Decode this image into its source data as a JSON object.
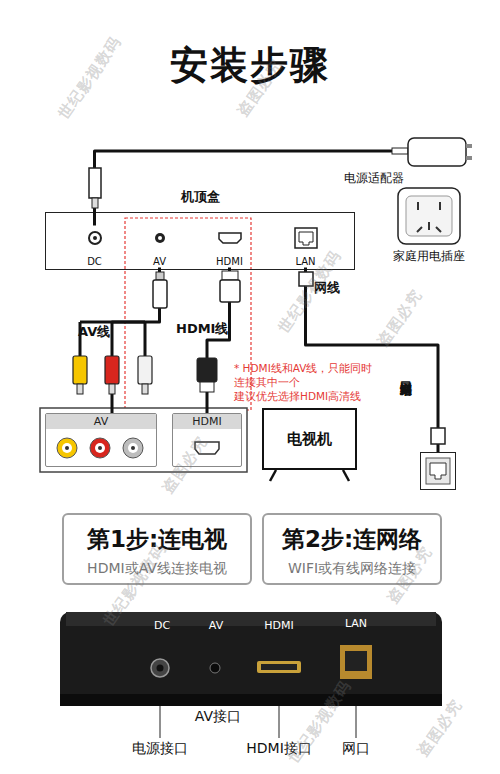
{
  "diagram": {
    "title": "安装步骤",
    "nodes": [
      {
        "text": [
          "电源适配器"
        ]
      },
      {
        "text": [
          "家庭用电插座"
        ]
      },
      {
        "text": [
          "机顶盒"
        ]
      },
      {
        "text": [
          "DC"
        ],
        "in": 2
      },
      {
        "text": [
          "AV"
        ],
        "in": 2
      },
      {
        "text": [
          "HDMI"
        ],
        "in": 2
      },
      {
        "text": [
          "LAN"
        ],
        "in": 2
      },
      {
        "text": [
          "AV"
        ]
      },
      {
        "text": [
          "HDMI"
        ]
      },
      {
        "text": [
          "电视机"
        ]
      },
      {
        "text": [
          "家庭网络端口"
        ]
      },
      {
        "text": [
          "第1步:连电视",
          "HDMI或AV线连接电视"
        ]
      },
      {
        "text": [
          "第2步:连网络",
          "WIFI或有线网络连接"
        ]
      }
    ],
    "edges": [
      {
        "from": 0,
        "to": 3,
        "arrow": "none"
      },
      {
        "from": 4,
        "to": 7,
        "label": "AV线",
        "arrow": "none"
      },
      {
        "from": 5,
        "to": 8,
        "label": "HDMI线",
        "arrow": "none"
      },
      {
        "from": 6,
        "to": 10,
        "label": "网线",
        "arrow": "none"
      }
    ],
    "labels": [
      "* HDMI线和AV线，只能同时 连接其中一个 建议优先选择HDMI高清线",
      "DC",
      "AV",
      "HDMI",
      "LAN",
      "电源接口",
      "AV接口",
      "HDMI接口",
      "网口",
      "世纪影视数码",
      "盗图必究",
      "世纪影视数码",
      "盗图必究",
      "盗图必究",
      "世纪影视数码",
      "盗图必究",
      "世纪影视数码",
      "盗图必究"
    ]
  }
}
